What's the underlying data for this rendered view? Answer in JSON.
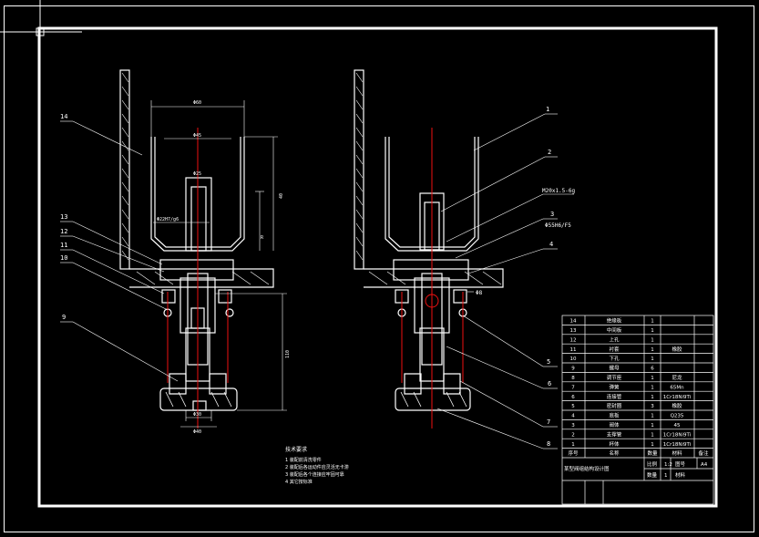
{
  "labels_left": [
    "14",
    "13",
    "12",
    "11",
    "10",
    "9"
  ],
  "labels_right": [
    "1",
    "2",
    "3",
    "4",
    "5",
    "6",
    "7",
    "8"
  ],
  "dims_left": {
    "d_top": "Φ60",
    "d_mid": "Φ45",
    "d_inner": "Φ25",
    "d_fit": "Φ22H7/g6",
    "h_40": "40",
    "h_r": "R",
    "h_long": "110",
    "d_bottom1": "Φ30",
    "d_bottom2": "Φ40"
  },
  "callouts_right": {
    "thread": "M20x1.5-6g",
    "fit": "Φ55H6/F5",
    "hole": "Φ8"
  },
  "tech_notes": {
    "title": "技术要求",
    "lines": [
      "1 装配前清洗零件",
      "2 装配后各运动件应灵活无卡滞",
      "3 装配后各个连接应牢固可靠",
      "4 其它按标准"
    ]
  },
  "parts_table": {
    "rows": [
      {
        "no": "14",
        "name": "绝缘板",
        "qty": "1",
        "material": ""
      },
      {
        "no": "13",
        "name": "中间板",
        "qty": "1",
        "material": ""
      },
      {
        "no": "12",
        "name": "上孔",
        "qty": "1",
        "material": ""
      },
      {
        "no": "11",
        "name": "衬套",
        "qty": "1",
        "material": "橡胶"
      },
      {
        "no": "10",
        "name": "下孔",
        "qty": "1",
        "material": ""
      },
      {
        "no": "9",
        "name": "螺母",
        "qty": "6",
        "material": ""
      },
      {
        "no": "8",
        "name": "调节座",
        "qty": "1",
        "material": "尼龙"
      },
      {
        "no": "7",
        "name": "弹簧",
        "qty": "1",
        "material": "65Mn"
      },
      {
        "no": "6",
        "name": "连接管",
        "qty": "1",
        "material": "1Cr18Ni9Ti"
      },
      {
        "no": "5",
        "name": "密封圈",
        "qty": "3",
        "material": "橡胶"
      },
      {
        "no": "4",
        "name": "底板",
        "qty": "1",
        "material": "Q235"
      },
      {
        "no": "3",
        "name": "阀体",
        "qty": "1",
        "material": "45"
      },
      {
        "no": "2",
        "name": "支撑管",
        "qty": "1",
        "material": "1Cr18Ni9Ti"
      },
      {
        "no": "1",
        "name": "杯体",
        "qty": "1",
        "material": "1Cr18Ni9Ti"
      }
    ],
    "header": {
      "no": "序号",
      "name": "名称",
      "qty": "数量",
      "material": "材料",
      "note": "备注"
    },
    "title_block": {
      "name": "某型阀组结构设计图",
      "scale_label": "比例",
      "scale": "1:2",
      "drawing_no_label": "图号",
      "sheet_label": "数量",
      "sheet": "1",
      "material_label": "材料",
      "size": "A4"
    }
  }
}
